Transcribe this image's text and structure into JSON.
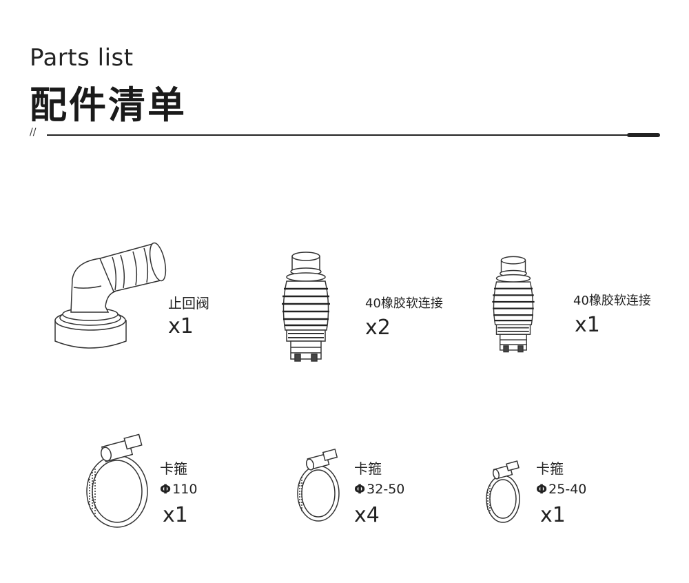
{
  "header": {
    "title_en": "Parts list",
    "title_cn": "配件清单",
    "divider_mark": "//"
  },
  "parts": [
    {
      "name": "止回阀",
      "spec": "",
      "qty": "x1",
      "icon": "check-valve-icon"
    },
    {
      "name": "40橡胶软连接",
      "spec": "",
      "qty": "x2",
      "icon": "rubber-connector-icon"
    },
    {
      "name": "40橡胶软连接",
      "spec": "",
      "qty": "x1",
      "icon": "rubber-connector-icon"
    },
    {
      "name": "卡箍",
      "spec_symbol": "Φ",
      "spec": "110",
      "qty": "x1",
      "icon": "hose-clamp-icon"
    },
    {
      "name": "卡箍",
      "spec_symbol": "Φ",
      "spec": "32-50",
      "qty": "x4",
      "icon": "hose-clamp-icon"
    },
    {
      "name": "卡箍",
      "spec_symbol": "Φ",
      "spec": "25-40",
      "qty": "x1",
      "icon": "hose-clamp-icon"
    }
  ]
}
